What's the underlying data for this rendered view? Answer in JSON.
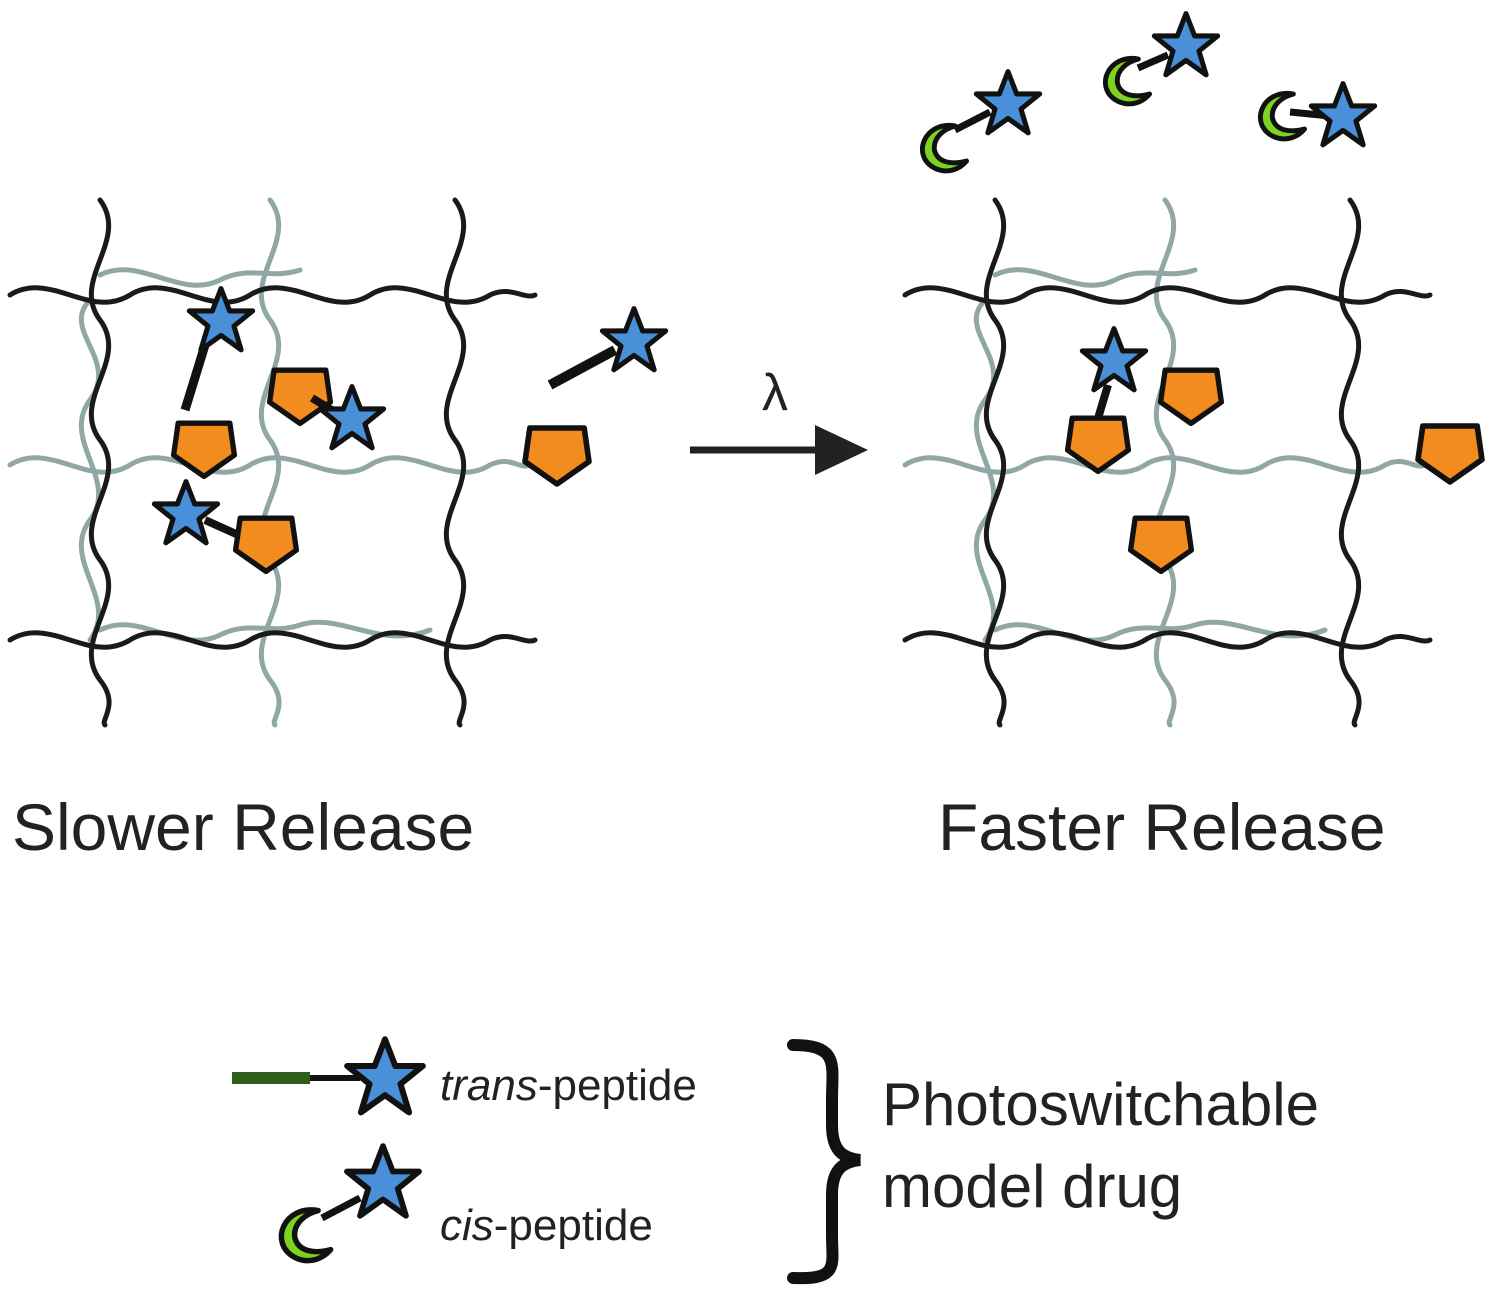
{
  "panels": {
    "left": {
      "caption": "Slower Release"
    },
    "right": {
      "caption": "Faster Release"
    }
  },
  "arrow": {
    "label": "λ"
  },
  "legend": {
    "trans_italic": "trans",
    "trans_rest": "-peptide",
    "cis_italic": "cis",
    "cis_rest": "-peptide",
    "group_line1": "Photoswitchable",
    "group_line2": "model drug"
  },
  "colors": {
    "star_fill": "#4a90d9",
    "pentagon_fill": "#f28c1e",
    "crescent_fill": "#7ed321",
    "primary_network": "#1a1a1a",
    "secondary_network": "#8fa8a6",
    "trans_linker": "#2e5e1a"
  },
  "icons": {
    "star": "star-icon",
    "pentagon": "pentagon-drug-icon",
    "crescent": "cis-crescent-icon"
  }
}
